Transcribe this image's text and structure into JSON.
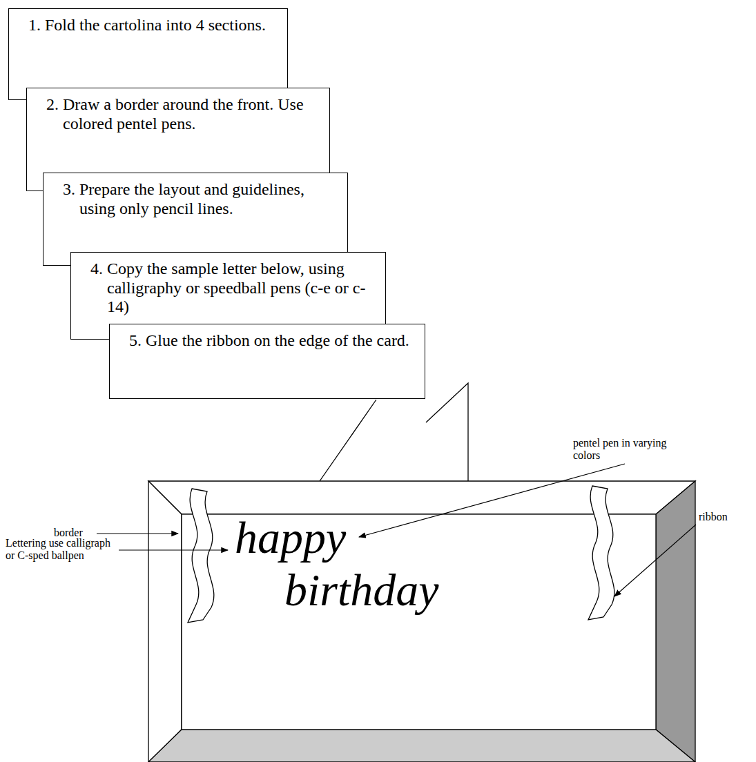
{
  "diagram": {
    "nodes": [
      {
        "text": [
          "1. Fold the cartolina into 4 sections."
        ]
      },
      {
        "text": [
          "2. Draw a border around the front. Use colored pentel pens."
        ]
      },
      {
        "text": [
          "3. Prepare the layout and guidelines, using only pencil lines."
        ]
      },
      {
        "text": [
          "4. Copy the sample letter below, using calligraphy or speedball pens (c-e or c-14)"
        ]
      },
      {
        "text": [
          "5. Glue the ribbon on the edge of the card."
        ]
      },
      {
        "text": [
          "happy birthday"
        ]
      }
    ],
    "labels": [
      "pentel pen in varying colors",
      "ribbon",
      "border",
      "Lettering use calligraph or C-sped ballpen"
    ]
  }
}
